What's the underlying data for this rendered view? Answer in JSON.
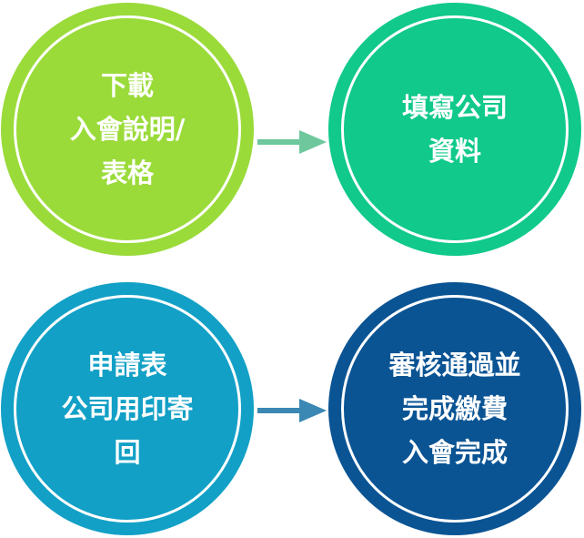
{
  "steps": [
    {
      "lines": [
        "下載",
        "入會說明/",
        "表格"
      ],
      "color": "#9adb3a"
    },
    {
      "lines": [
        "填寫公司",
        "資料"
      ],
      "color": "#10c98a"
    },
    {
      "lines": [
        "申請表",
        "公司用印寄",
        "回"
      ],
      "color": "#12a0c6"
    },
    {
      "lines": [
        "審核通過並",
        "完成繳費",
        "入會完成"
      ],
      "color": "#0a5494"
    }
  ],
  "arrows": [
    {
      "from": 0,
      "to": 1,
      "color": "#6ec79d"
    },
    {
      "from": 2,
      "to": 3,
      "color": "#3a88b3"
    }
  ]
}
